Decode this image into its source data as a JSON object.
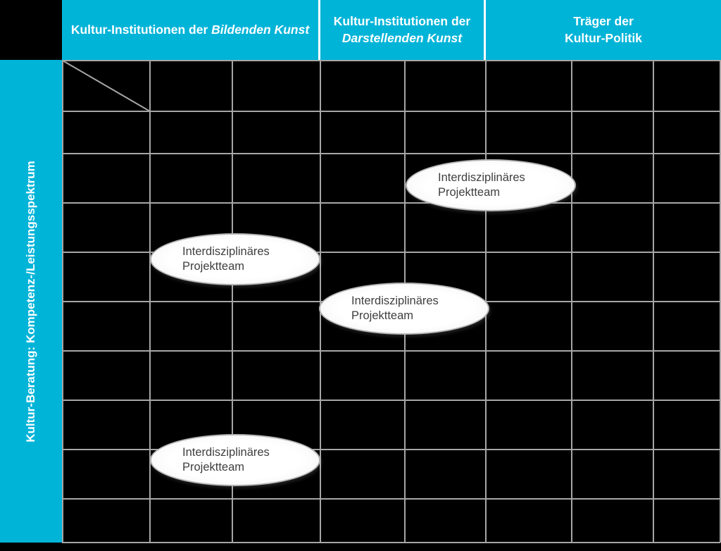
{
  "sidebar": {
    "label": "Kultur-Beratung: Kompetenz-/Leistungsspektrum"
  },
  "header": {
    "columns": [
      {
        "text": "Kultur-Institutionen der",
        "emphasis": "Bildenden Kunst"
      },
      {
        "text": "Kultur-Institutionen der",
        "emphasis": "Darstellenden Kunst"
      },
      {
        "text": "Träger der Kultur-Politik",
        "emphasis": ""
      }
    ]
  },
  "teams": [
    {
      "label": "Interdisziplinäres Projektteam"
    },
    {
      "label": "Interdisziplinäres Projektteam"
    },
    {
      "label": "Interdisziplinäres Projektteam"
    },
    {
      "label": "Interdisziplinäres Projektteam"
    }
  ],
  "grid": {
    "columns": 8,
    "rows": 10
  },
  "colors": {
    "accent": "#00b4d8",
    "grid_line": "#a6a6a6",
    "background": "#000000",
    "header_text": "#ffffff",
    "ellipse_fill": "#ffffff",
    "ellipse_border": "#b5b5b5",
    "ellipse_text": "#3f3f3f"
  }
}
